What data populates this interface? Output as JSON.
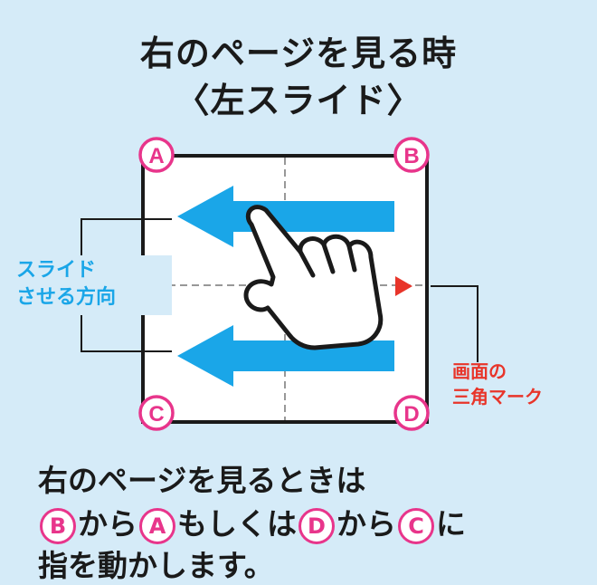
{
  "title": {
    "line1": "右のページを見る時",
    "line2": "〈左スライド〉"
  },
  "corners": {
    "a": "A",
    "b": "B",
    "c": "C",
    "d": "D"
  },
  "side_label": {
    "line1": "スライド",
    "line2": "させる方向"
  },
  "mark_label": {
    "line1": "画面の",
    "line2": "三角マーク"
  },
  "instructions": {
    "line1": "右のページを見るときは",
    "line2_parts": [
      "から",
      "もしくは",
      "から",
      "に"
    ],
    "line3": "指を動かします。"
  },
  "colors": {
    "background": "#d5ebf8",
    "arrow": "#1aa6e8",
    "corner": "#e8358b",
    "triangle": "#e8352a"
  }
}
